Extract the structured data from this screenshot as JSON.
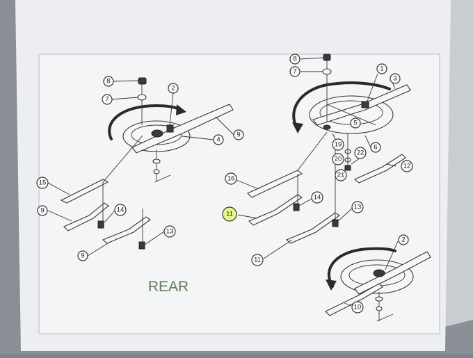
{
  "label_rear": "REAR",
  "highlighted_callout": "11",
  "colors": {
    "paper": "#f3f4f6",
    "ink": "#2b2b2b",
    "rear_text": "#5d7a52",
    "highlight": "#e9f58a"
  },
  "callouts": {
    "left_8": "8",
    "left_7": "7",
    "left_2": "2",
    "left_9_top": "9",
    "left_4": "4",
    "left_15": "15",
    "left_9_mid": "9",
    "left_14": "14",
    "left_13": "13",
    "left_9_bot": "9",
    "right_8": "8",
    "right_7": "7",
    "right_1": "1",
    "right_3": "3",
    "right_19": "19",
    "right_6": "6",
    "right_5": "5",
    "right_22": "22",
    "right_20": "20",
    "right_21": "21",
    "right_12": "12",
    "right_16": "16",
    "right_14": "14",
    "right_11_mid": "11",
    "right_13": "13",
    "right_11_bot": "11",
    "bottom_2": "2",
    "bottom_10": "10"
  }
}
